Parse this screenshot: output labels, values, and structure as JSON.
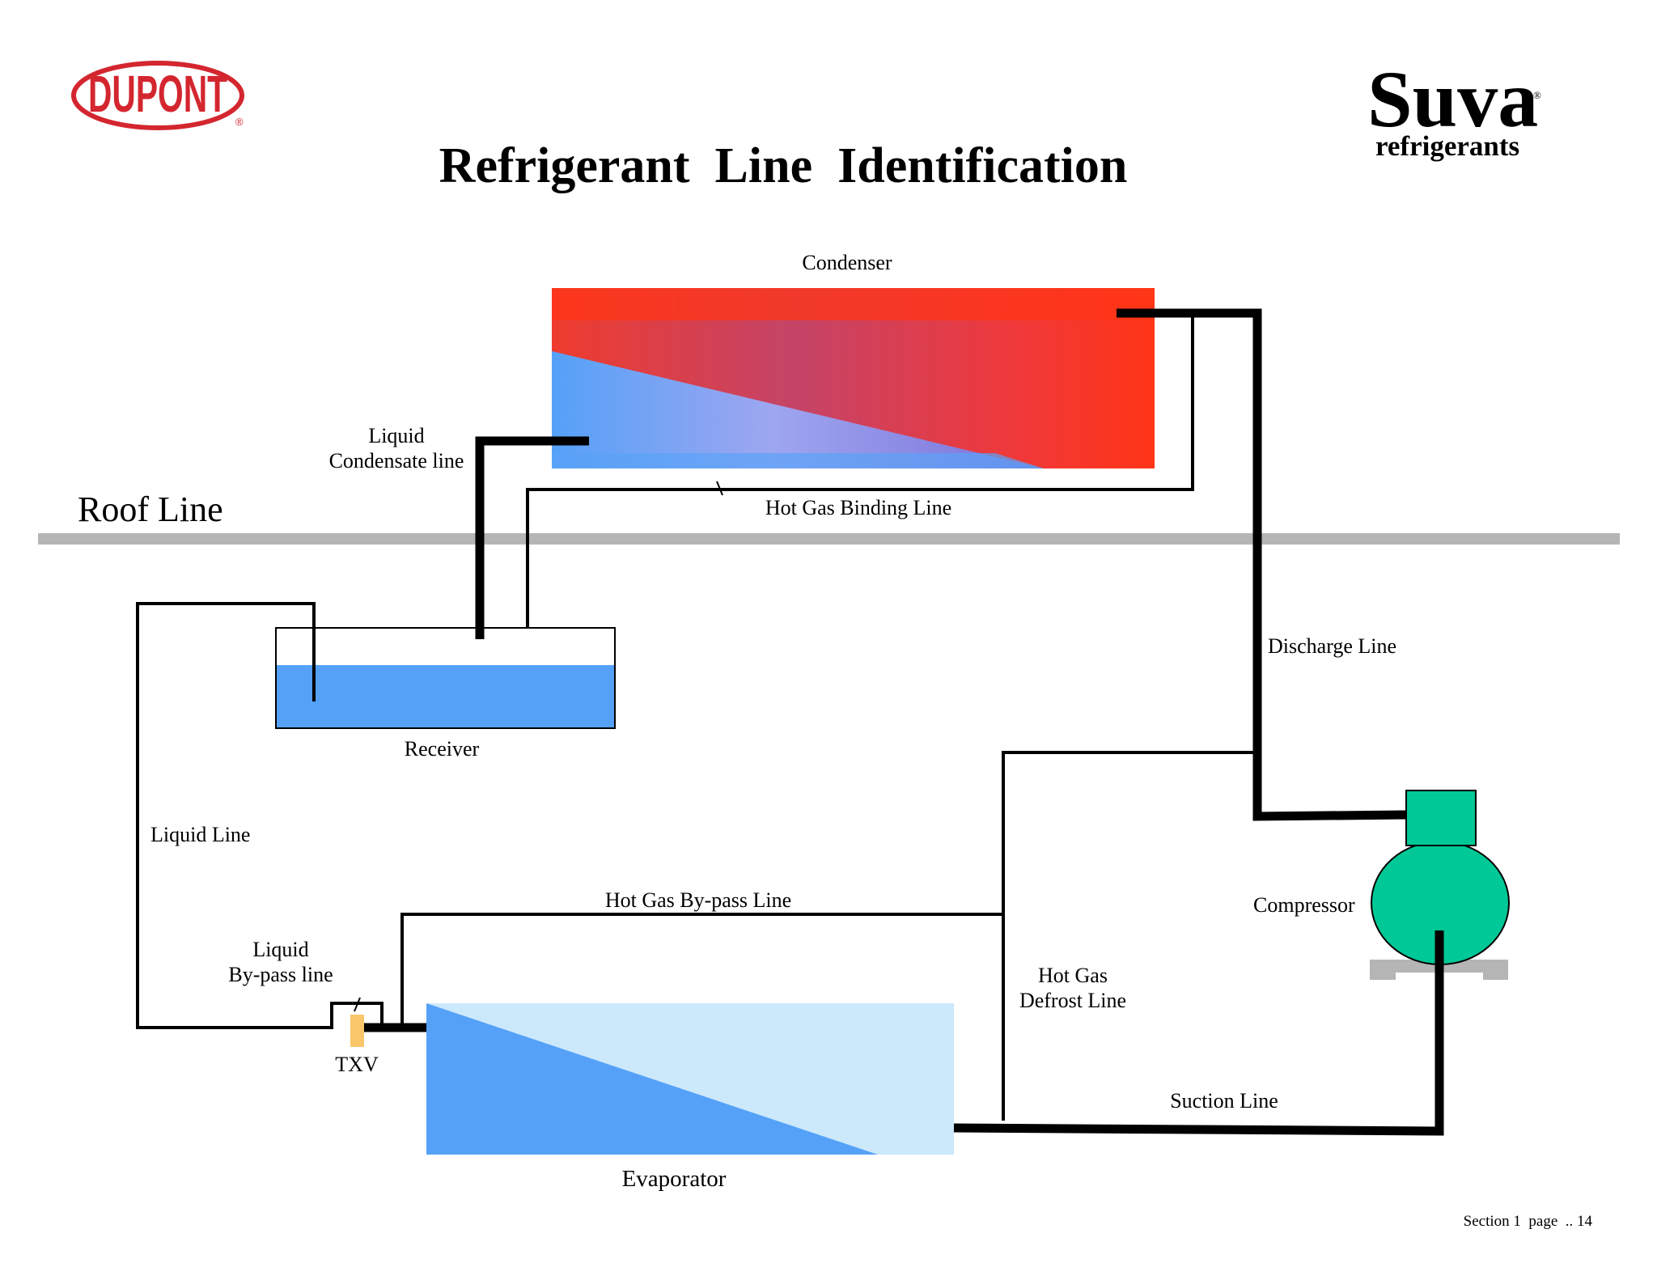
{
  "logo": {
    "brand": "DUPONT",
    "registered": "®"
  },
  "suva": {
    "name": "Suva",
    "registered": "®",
    "sub": "refrigerants"
  },
  "title": "Refrigerant  Line  Identification",
  "roof_label": "Roof Line",
  "components": {
    "condenser": "Condenser",
    "receiver": "Receiver",
    "evaporator": "Evaporator",
    "compressor": "Compressor",
    "txv": "TXV"
  },
  "lines": {
    "liquid_condensate": [
      "Liquid",
      "Condensate line"
    ],
    "hot_gas_binding": "Hot Gas Binding Line",
    "discharge": "Discharge Line",
    "liquid": "Liquid Line",
    "hot_gas_bypass": "Hot Gas By-pass Line",
    "liquid_bypass": [
      "Liquid",
      "By-pass line"
    ],
    "hot_gas_defrost": [
      "Hot Gas",
      "Defrost Line"
    ],
    "suction": "Suction Line"
  },
  "footer": "Section 1  page  .. 14",
  "colors": {
    "hot": "#ff3517",
    "cool": "#55a1f8",
    "light_cool": "#cce8fb",
    "compressor": "#00c896",
    "txv": "#f9c66a",
    "roof": "#b5b5b5",
    "logo_red": "#d4262f"
  }
}
